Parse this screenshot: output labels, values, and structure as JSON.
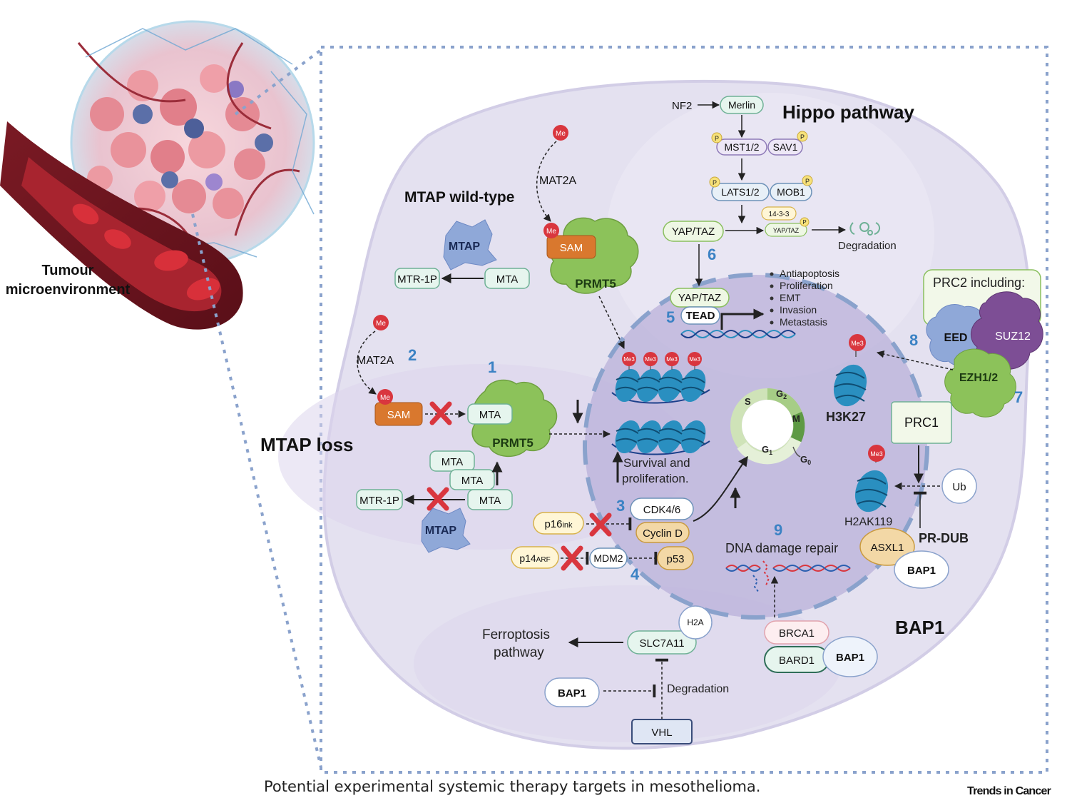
{
  "caption": "Potential experimental systemic therapy targets in mesothelioma.",
  "credit": "Trends in Cancer",
  "labels": {
    "tme1": "Tumour",
    "tme2": "microenvironment",
    "mtap_wt": "MTAP wild-type",
    "mtap_loss": "MTAP loss",
    "hippo": "Hippo pathway",
    "bap1_title": "BAP1",
    "prc2_title": "PRC2 including:",
    "survival1": "Survival and",
    "survival2": "proliferation.",
    "dna_repair": "DNA damage repair",
    "ferro1": "Ferroptosis",
    "ferro2": "pathway",
    "degradation": "Degradation",
    "degradation2": "Degradation",
    "pr_dub": "PR-DUB",
    "h3k27": "H3K27",
    "h2ak119": "H2AK119"
  },
  "nodes": {
    "nf2": "NF2",
    "merlin": "Merlin",
    "mst": "MST1/2",
    "sav1": "SAV1",
    "lats": "LATS1/2",
    "mob1": "MOB1",
    "yaptaz": "YAP/TAZ",
    "yaptaz_small": "YAP/TAZ",
    "p1433": "14-3-3",
    "yaptaz2": "YAP/TAZ",
    "tead": "TEAD",
    "mat2a_top": "MAT2A",
    "mat2a_left": "MAT2A",
    "sam_top": "SAM",
    "sam_left": "SAM",
    "prmt5_top": "PRMT5",
    "prmt5_mid": "PRMT5",
    "mtap_top": "MTAP",
    "mtap_bottom": "MTAP",
    "mtr1p_top": "MTR-1P",
    "mtr1p_bottom": "MTR-1P",
    "mta_top": "MTA",
    "mta_bound": "MTA",
    "mta_a": "MTA",
    "mta_b": "MTA",
    "mta_c": "MTA",
    "cdk46": "CDK4/6",
    "cyclind": "Cyclin D",
    "p16": "p16",
    "p16_sub": "ink",
    "p14": "p14",
    "p14_sub": "ARF",
    "mdm2": "MDM2",
    "p53": "p53",
    "eed": "EED",
    "suz12": "SUZ12",
    "ezh": "EZH1/2",
    "prc1": "PRC1",
    "ub": "Ub",
    "asxl1": "ASXL1",
    "bap1_dub": "BAP1",
    "brca1": "BRCA1",
    "bard1": "BARD1",
    "bap1_brca": "BAP1",
    "h2a": "H2A",
    "slc7a11": "SLC7A11",
    "bap1_slc": "BAP1",
    "vhl": "VHL"
  },
  "outcomes": [
    "Antiapoptosis",
    "Proliferation",
    "EMT",
    "Invasion",
    "Metastasis"
  ],
  "cell_cycle": {
    "s": "S",
    "g2": "G",
    "g2_sub": "2",
    "m": "M",
    "g1": "G",
    "g1_sub": "1",
    "g0": "G",
    "g0_sub": "0"
  },
  "numbers": {
    "n1": "1",
    "n2": "2",
    "n3": "3",
    "n4": "4",
    "n5": "5",
    "n6": "6",
    "n7": "7",
    "n8": "8",
    "n9": "9"
  },
  "marks": {
    "me": "Me",
    "me3": "Me3",
    "p": "P"
  },
  "colors": {
    "accent_number": "#3b82c4",
    "cell_fill": "#e4e1f0",
    "nucleus_fill": "#b9b0d9",
    "node_green": "#e6f5ee",
    "node_green_stroke": "#6fb196",
    "node_yellow": "#fff6d6",
    "node_yellow_stroke": "#d8b24a",
    "sam_orange": "#d9782e",
    "prmt5_green": "#8cc25a",
    "inhibit_red": "#d9363e",
    "me_red": "#d9363e",
    "nucleosome": "#2a8fc0"
  }
}
